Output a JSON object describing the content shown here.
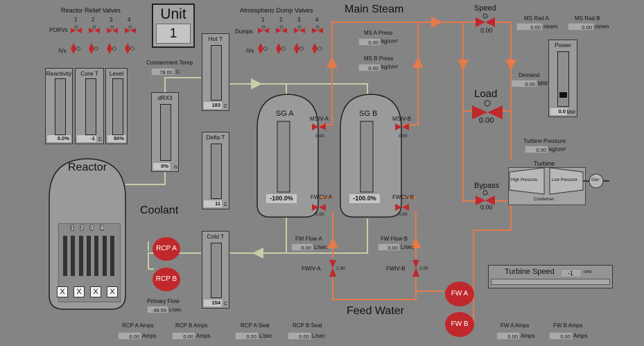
{
  "unit": {
    "title": "Unit",
    "number": "1"
  },
  "relief_valves": {
    "title": "Reactor Relief Valves",
    "numbers": [
      "1",
      "2",
      "3",
      "4"
    ],
    "porvs_label": "PORVs",
    "ivs_label": "IVs"
  },
  "dump_valves": {
    "title": "Atmospheric Dump Valves",
    "numbers": [
      "1",
      "2",
      "3",
      "4"
    ],
    "dumps_label": "Dumps",
    "ivs_label": "IVs"
  },
  "gauges": {
    "reactivity": {
      "label": "Reactivity",
      "value": "0.0%"
    },
    "core_t": {
      "label": "Core T",
      "value": "-1",
      "unit": "C"
    },
    "level": {
      "label": "Level",
      "value": "50%"
    },
    "drx3": {
      "label": "dRX3",
      "value": "0%",
      "unit": "/s"
    },
    "hot_t": {
      "label": "Hot T",
      "value": "183",
      "unit": "C"
    },
    "delta_t": {
      "label": "Delta T",
      "value": "11",
      "unit": "C"
    },
    "cold_t": {
      "label": "Cold T",
      "value": "154",
      "unit": "C"
    },
    "power": {
      "label": "Power",
      "value": "0.0",
      "unit": "MW",
      "level": 0.03
    }
  },
  "containment_temp": {
    "label": "Containment Temp",
    "value": "78.00",
    "unit": "C"
  },
  "reactor": {
    "label": "Reactor",
    "rod_numbers": [
      "1",
      "2",
      "3",
      "4"
    ],
    "rod_marks": [
      "X",
      "X",
      "X",
      "X"
    ]
  },
  "coolant_label": "Coolant",
  "rcp": {
    "a": "RCP A",
    "b": "RCP B"
  },
  "primary_flow": {
    "label": "Primary Flow",
    "value": "49.59",
    "unit": "L/sec"
  },
  "sg_a": {
    "label": "SG A",
    "value": "-100.0%"
  },
  "sg_b": {
    "label": "SG B",
    "value": "-100.0%"
  },
  "msiv_a": {
    "label": "MSIV-A",
    "value": "0.00"
  },
  "msiv_b": {
    "label": "MSIV-B",
    "value": "0.00"
  },
  "fwcv_a": {
    "label": "FWCV-A",
    "value": "0.00"
  },
  "fwcv_b": {
    "label": "FWCV-B",
    "value": "0.00"
  },
  "fwiv_a": {
    "label": "FWIV-A",
    "value": "1.00"
  },
  "fwiv_b": {
    "label": "FWIV-B",
    "value": "1.00"
  },
  "main_steam_label": "Main Steam",
  "feed_water_label": "Feed Water",
  "ms_a_press": {
    "label": "MS A Press",
    "value": "0.00",
    "unit": "kg/cm²"
  },
  "ms_b_press": {
    "label": "MS B Press",
    "value": "0.00",
    "unit": "kg/cm²"
  },
  "fw_flow_a": {
    "label": "FW Flow A",
    "value": "0.00",
    "unit": "L/sec"
  },
  "fw_flow_b": {
    "label": "FW Flow B",
    "value": "0.00",
    "unit": "L/sec"
  },
  "speed": {
    "label": "Speed",
    "value": "0.00"
  },
  "load": {
    "label": "Load",
    "value": "0.00"
  },
  "bypass": {
    "label": "Bypass",
    "value": "0.00"
  },
  "ms_rad_a": {
    "label": "MS Rad A",
    "value": "0.00",
    "unit": "mrem"
  },
  "ms_rad_b": {
    "label": "MS Rad B",
    "value": "0.00",
    "unit": "mrem"
  },
  "demand": {
    "label": "Demand",
    "value": "0.00",
    "unit": "MW"
  },
  "turbine_pressure": {
    "label": "Turbine Pressure",
    "value": "0.00",
    "unit": "kg/cm²"
  },
  "turbine": {
    "label": "Turbine",
    "hp": "High Pressure",
    "lp": "Low Pressure",
    "gen": "Gen",
    "condenser": "Condenser"
  },
  "fw_pumps": {
    "a": "FW A",
    "b": "FW B"
  },
  "turbine_speed": {
    "label": "Turbine Speed",
    "value": "-1",
    "unit": "RPM"
  },
  "bottom": {
    "rcp_a_amps": {
      "label": "RCP A Amps",
      "value": "0.00",
      "unit": "Amps"
    },
    "rcp_b_amps": {
      "label": "RCP B Amps",
      "value": "0.00",
      "unit": "Amps"
    },
    "rcp_a_seal": {
      "label": "RCP A Seal",
      "value": "0.00",
      "unit": "L/sec"
    },
    "rcp_b_seal": {
      "label": "RCP B Seal",
      "value": "0.00",
      "unit": "L/sec"
    },
    "fw_a_amps": {
      "label": "FW A Amps",
      "value": "0.00",
      "unit": "Amps"
    },
    "fw_b_amps": {
      "label": "FW B Amps",
      "value": "0.00",
      "unit": "Amps"
    }
  },
  "colors": {
    "steam_pipe": "#e57a4a",
    "coolant_pipe": "#c9cda8",
    "valve_red": "#c0282b",
    "background": "#848484"
  }
}
